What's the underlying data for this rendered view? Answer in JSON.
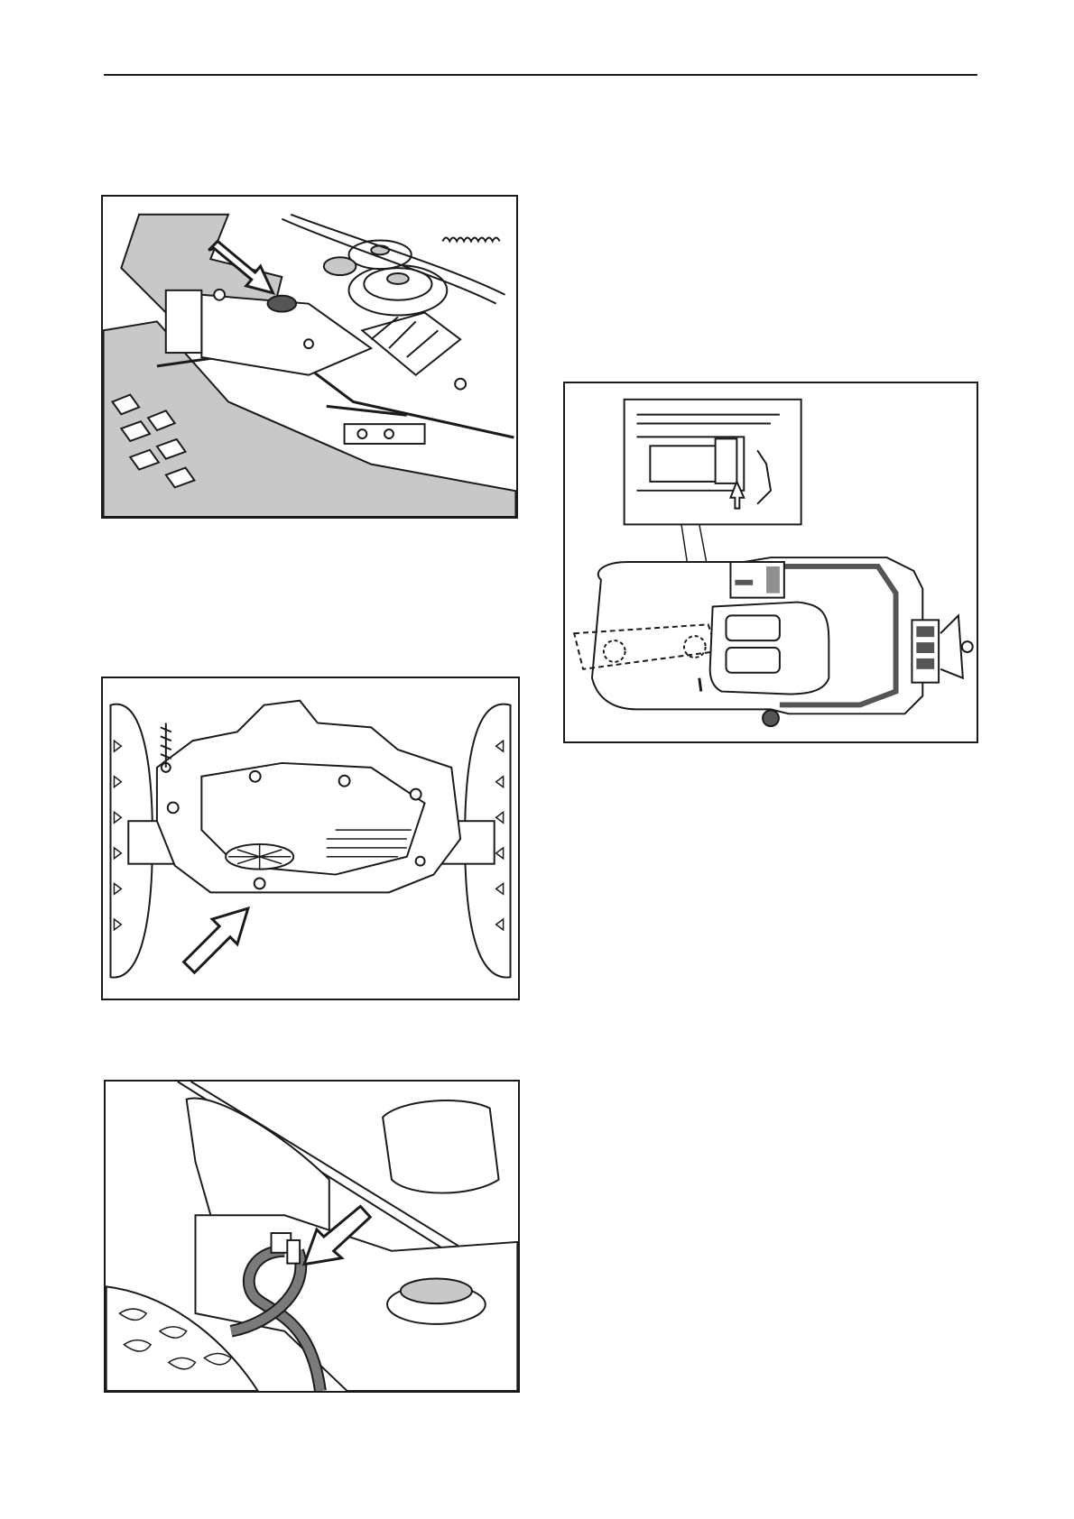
{
  "page": {
    "background": "#ffffff",
    "line_color": "#1a1a1a",
    "shade_light": "#c8c8c8",
    "shade_mid": "#8f8f8f",
    "shade_dark": "#555555"
  },
  "figures": [
    {
      "id": "fig1",
      "depicts": "belt-pulley-and-filler-cap-with-arrow"
    },
    {
      "id": "fig2",
      "depicts": "transmission-underside-drain-plug-with-arrow"
    },
    {
      "id": "fig3",
      "depicts": "hose-connector-near-wheel-with-arrow"
    },
    {
      "id": "fig4",
      "depicts": "mower-top-view-with-detail-inset-and-arrow"
    }
  ]
}
